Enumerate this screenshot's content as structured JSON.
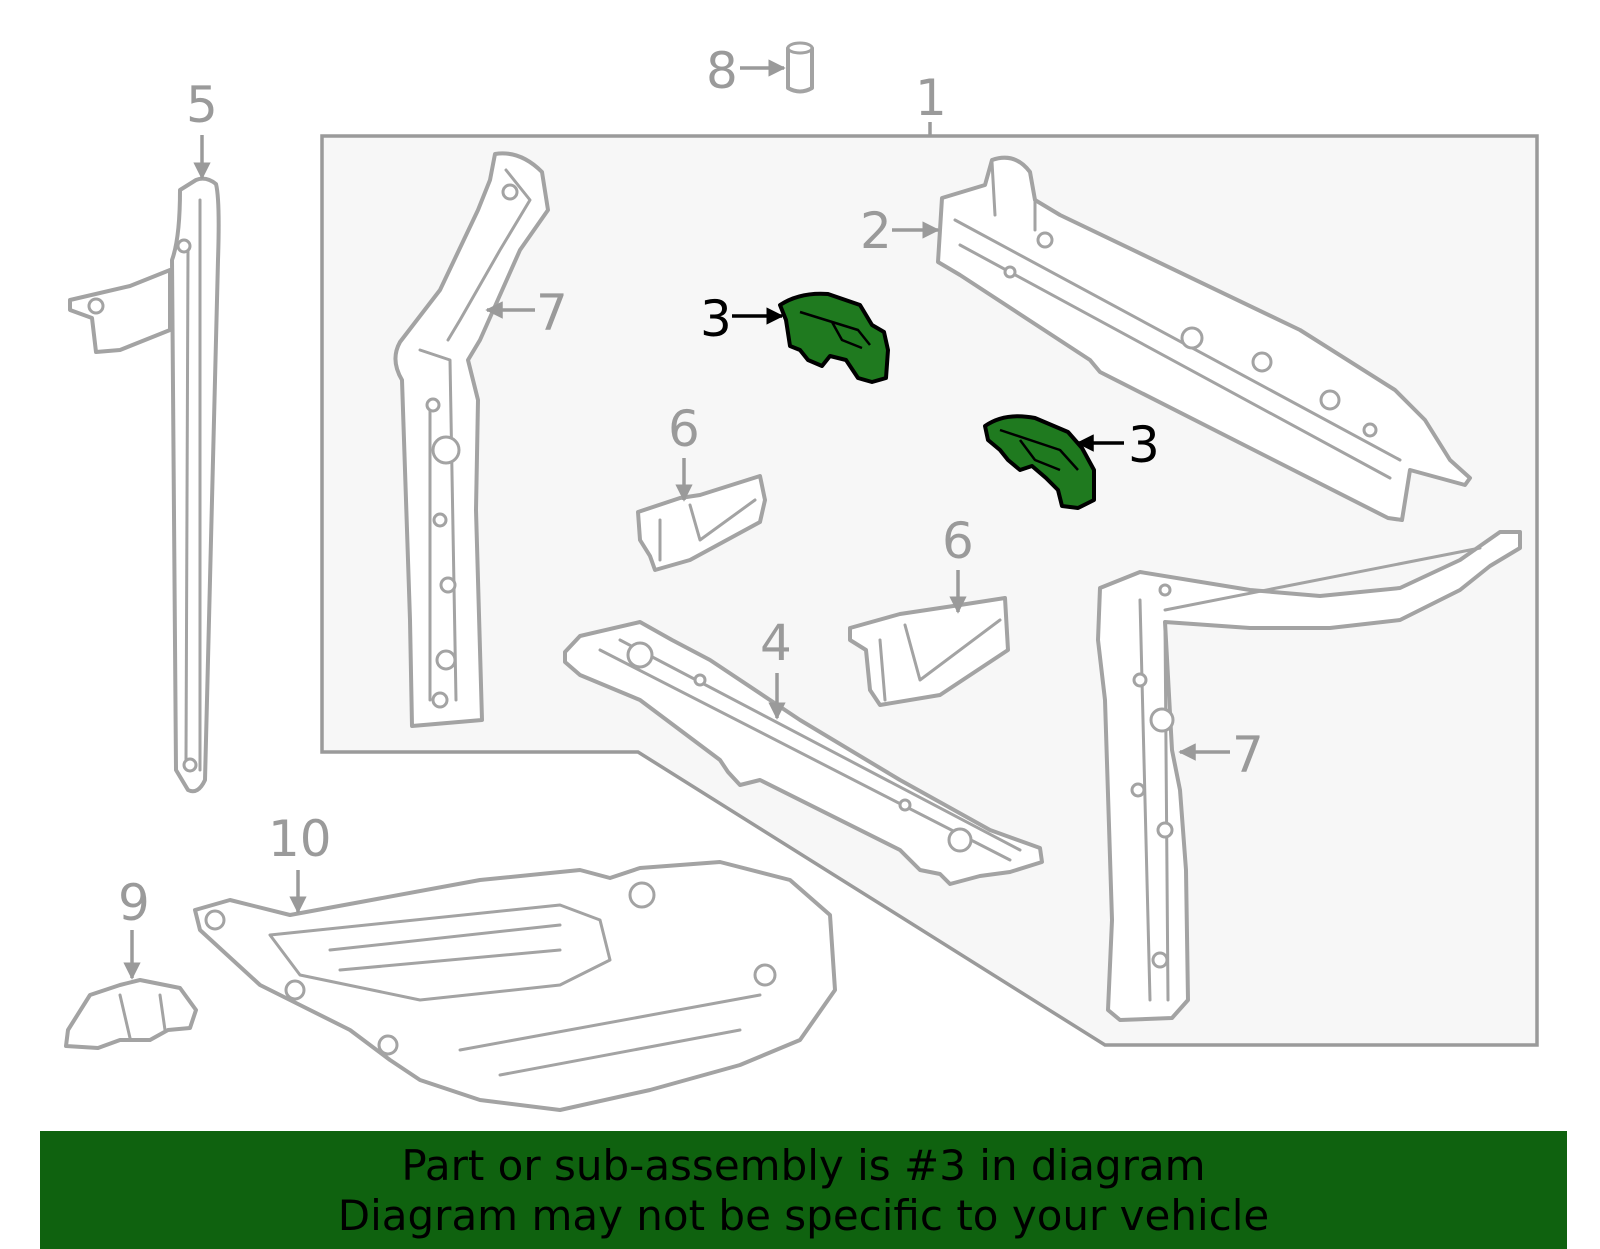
{
  "callouts": {
    "c1": "1",
    "c2": "2",
    "c3a": "3",
    "c3b": "3",
    "c4": "4",
    "c5": "5",
    "c6a": "6",
    "c6b": "6",
    "c7a": "7",
    "c7b": "7",
    "c8": "8",
    "c9": "9",
    "c10": "10"
  },
  "highlight_color": "#1f7a1f",
  "banner": {
    "line1": "Part or sub-assembly is #3 in diagram",
    "line2": "Diagram may not be specific to your vehicle",
    "background": "#0f620f"
  }
}
